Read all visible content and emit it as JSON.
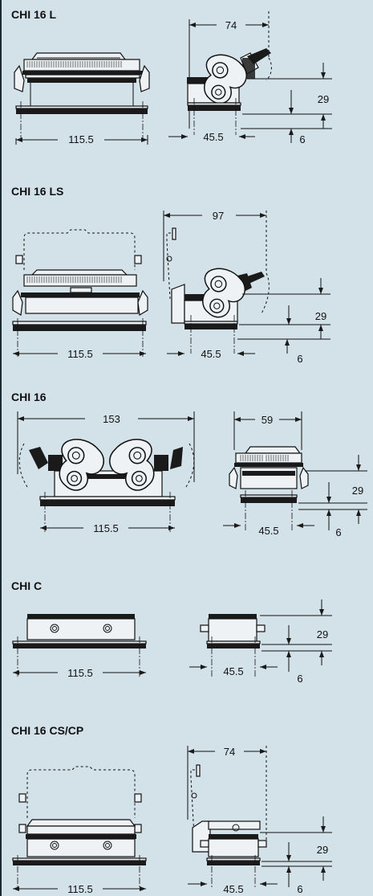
{
  "sections": [
    {
      "title": "CHI 16 L",
      "dims": {
        "top": "74",
        "width": "115.5",
        "depth": "45.5",
        "height": "29",
        "base": "6"
      }
    },
    {
      "title": "CHI 16 LS",
      "dims": {
        "top": "97",
        "width": "115.5",
        "depth": "45.5",
        "height": "29",
        "base": "6"
      }
    },
    {
      "title": "CHI 16",
      "dims": {
        "top": "153",
        "top2": "59",
        "width": "115.5",
        "depth": "45.5",
        "height": "29",
        "base": "6"
      }
    },
    {
      "title": "CHI C",
      "dims": {
        "width": "115.5",
        "depth": "45.5",
        "height": "29",
        "base": "6"
      }
    },
    {
      "title": "CHI 16 CS/CP",
      "dims": {
        "top": "74",
        "width": "115.5",
        "depth": "45.5",
        "height": "29",
        "base": "6"
      }
    }
  ]
}
